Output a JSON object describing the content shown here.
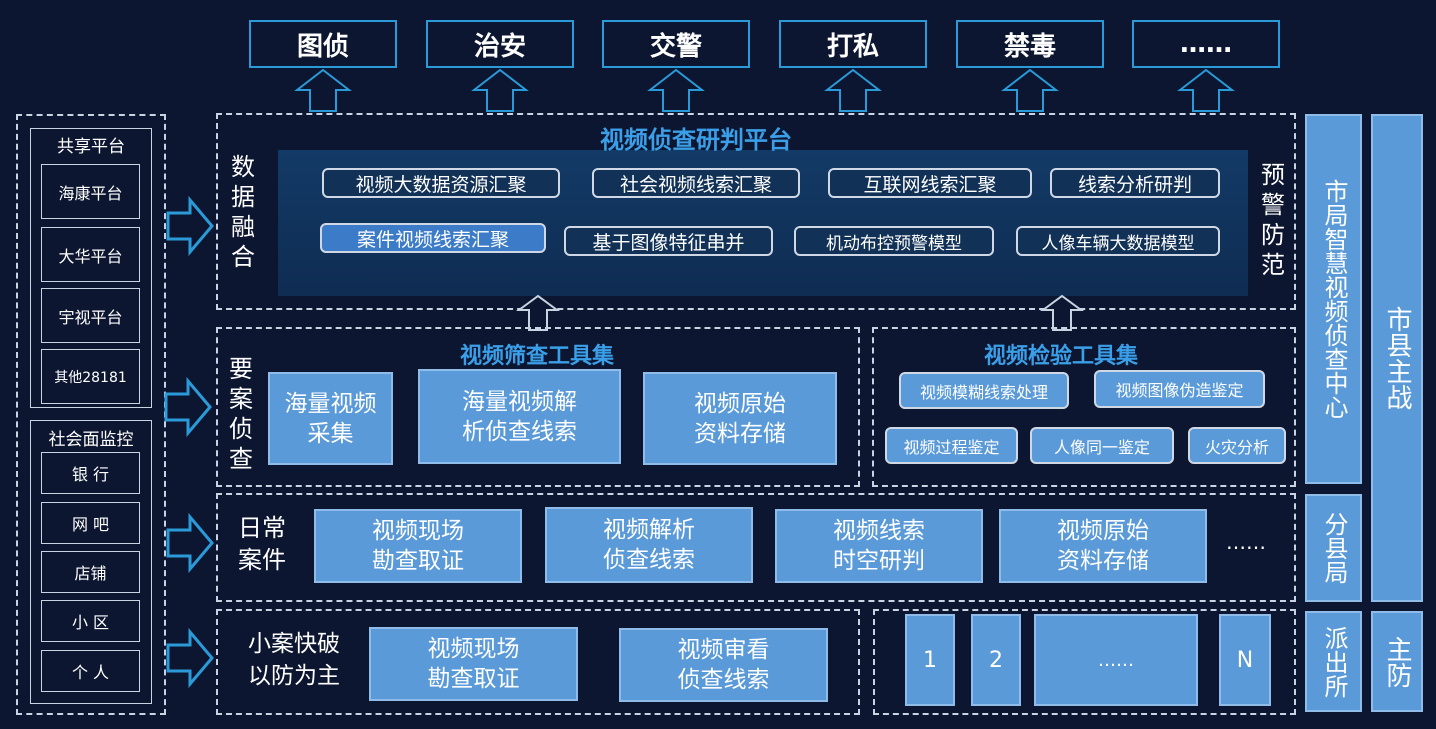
{
  "top_targets": [
    "图侦",
    "治安",
    "交警",
    "打私",
    "禁毒",
    "……"
  ],
  "left": {
    "shared_title": "共享平台",
    "shared_items": [
      "海康平台",
      "大华平台",
      "宇视平台",
      "其他28181"
    ],
    "social_title": "社会面监控",
    "social_items": [
      "银 行",
      "网 吧",
      "店铺",
      "小 区",
      "个 人"
    ]
  },
  "platform": {
    "title": "视频侦查研判平台",
    "left_label": "数据融合",
    "right_label": "预警防范",
    "row1": [
      "视频大数据资源汇聚",
      "社会视频线索汇聚",
      "互联网线索汇聚",
      "线索分析研判"
    ],
    "row2": [
      "案件视频线索汇聚",
      "基于图像特征串并",
      "机动布控预警模型",
      "人像车辆大数据模型"
    ]
  },
  "screening": {
    "side_label": "要案侦查",
    "title": "视频筛查工具集",
    "tools": [
      "海量视频采集",
      "海量视频解析侦查线索",
      "视频原始资料存储"
    ]
  },
  "inspection": {
    "title": "视频检验工具集",
    "row1": [
      "视频模糊线索处理",
      "视频图像伪造鉴定"
    ],
    "row2": [
      "视频过程鉴定",
      "人像同一鉴定",
      "火灾分析"
    ]
  },
  "daily": {
    "side_label": "日常案件",
    "items": [
      "视频现场勘查取证",
      "视频解析侦查线索",
      "视频线索时空研判",
      "视频原始资料存储"
    ],
    "more": "……"
  },
  "small": {
    "side_label_1": "小案快破",
    "side_label_2": "以防为主",
    "items": [
      "视频现场勘查取证",
      "视频审看侦查线索"
    ]
  },
  "stations": [
    "1",
    "2",
    "……",
    "N"
  ],
  "right": {
    "city_center": "市局智慧视频侦查中心",
    "county": "分县局",
    "police_station": "派出所",
    "main_war": "市县主战",
    "main_def": "主防"
  }
}
